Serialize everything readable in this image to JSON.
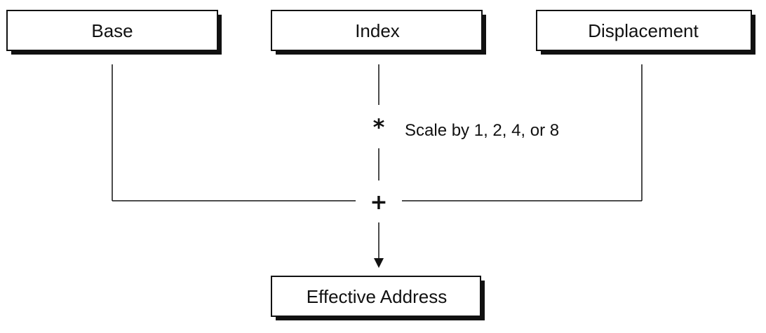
{
  "boxes": {
    "base": "Base",
    "index": "Index",
    "displacement": "Displacement",
    "effective_address": "Effective Address"
  },
  "operators": {
    "multiply": "*",
    "add": "+"
  },
  "scale_note": "Scale by 1, 2, 4, or 8",
  "colors": {
    "stroke": "#111111",
    "box_fill": "#ffffff",
    "box_shadow": "#111111"
  }
}
